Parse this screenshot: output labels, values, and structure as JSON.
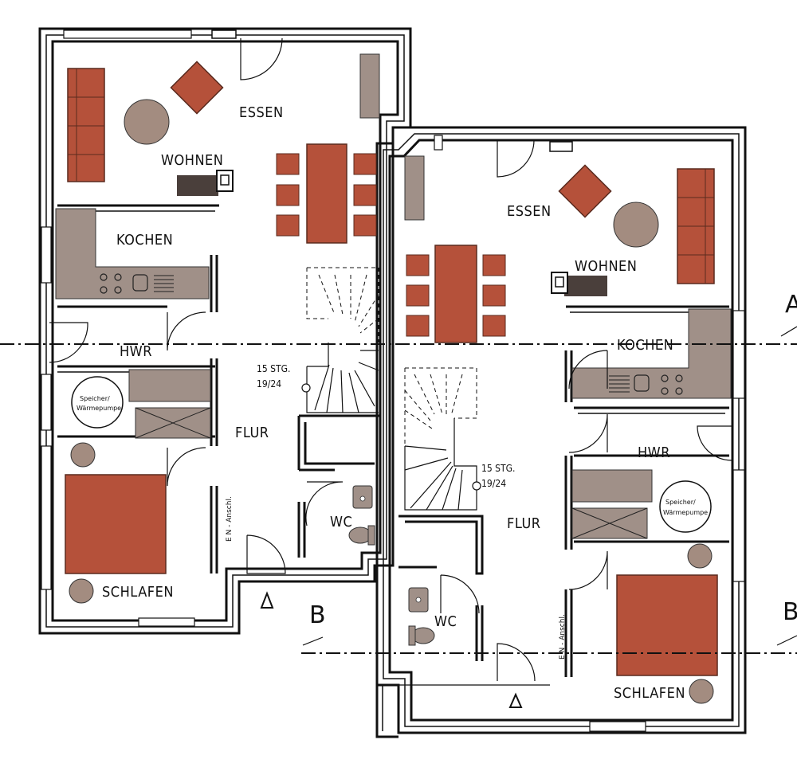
{
  "colors": {
    "furniture": "#b5513a",
    "kitchen": "#a09088",
    "round": "#a38c80",
    "dark": "#4a3f3b",
    "wall": "#111111"
  },
  "units": {
    "left": {
      "essen": "ESSEN",
      "wohnen": "WOHNEN",
      "kochen": "KOCHEN",
      "hwr": "HWR",
      "flur": "FLUR",
      "wc": "WC",
      "schlafen": "SCHLAFEN",
      "stair_count": "15 STG.",
      "stair_ratio": "19/24",
      "heatpump_line1": "Speicher/",
      "heatpump_line2": "Wärmepumpe",
      "meter_note": "E N - Anschl."
    },
    "right": {
      "essen": "ESSEN",
      "wohnen": "WOHNEN",
      "kochen": "KOCHEN",
      "hwr": "HWR",
      "flur": "FLUR",
      "wc": "WC",
      "schlafen": "SCHLAFEN",
      "stair_count": "15 STG.",
      "stair_ratio": "19/24",
      "heatpump_line1": "Speicher/",
      "heatpump_line2": "Wärmepumpe",
      "meter_note": "E N - Anschl."
    }
  },
  "sections": {
    "a_label": "A",
    "b_label": "B",
    "b_label_edge": "B"
  }
}
